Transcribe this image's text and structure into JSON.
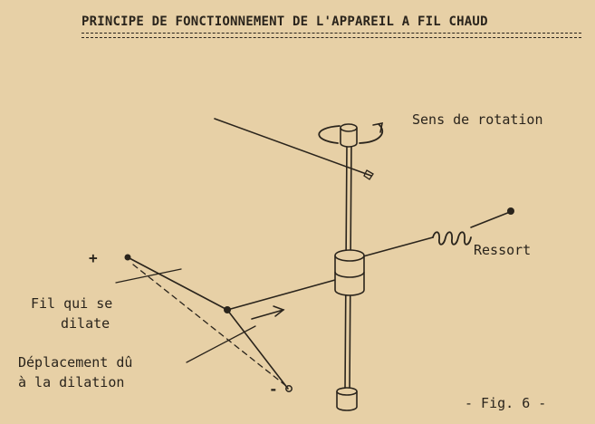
{
  "title": "PRINCIPE DE FONCTIONNEMENT DE L'APPAREIL A FIL CHAUD",
  "labels": {
    "rotation": "Sens de rotation",
    "spring": "Ressort",
    "wire_line1": "Fil qui se",
    "wire_line2": "dilate",
    "displacement_line1": "Déplacement dû",
    "displacement_line2": "à la dilation",
    "plus": "+",
    "minus": "-",
    "figure": "- Fig. 6 -"
  },
  "colors": {
    "background": "#e7d0a6",
    "ink": "#2a241c"
  }
}
